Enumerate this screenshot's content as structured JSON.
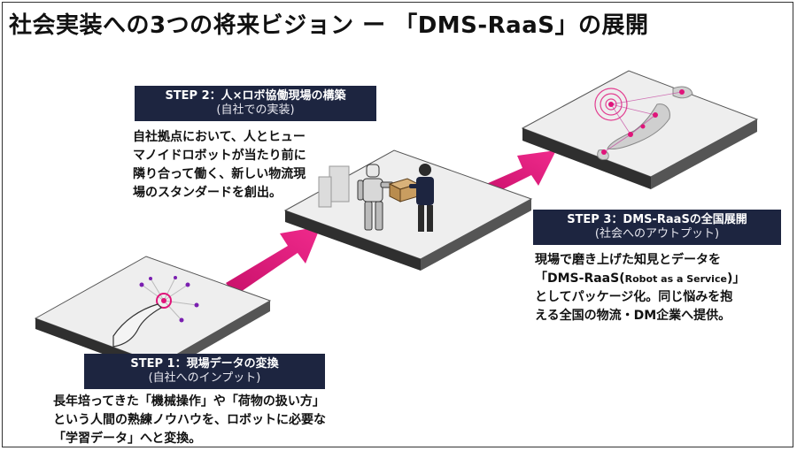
{
  "title": "社会実装への3つの将来ビジョン ー 「DMS-RaaS」の展開",
  "colors": {
    "label_bg": "#1d2540",
    "arrow": "#e0147a",
    "platform_top": "#ececec",
    "platform_side": "#3a3a3a"
  },
  "steps": [
    {
      "label": "STEP 1：現場データの変換",
      "sub": "(自社へのインプット)",
      "desc": [
        "長年培ってきた「機械操作」や「荷物の扱い方」",
        "という人間の熟練ノウハウを、ロボットに必要な",
        "「学習データ」へと変換。"
      ]
    },
    {
      "label": "STEP 2：人×ロボ協働現場の構築",
      "sub": "(自社での実装)",
      "desc": [
        "自社拠点において、人とヒュー",
        "マノイドロボットが当たり前に",
        "隣り合って働く、新しい物流現",
        "場のスタンダードを創出。"
      ]
    },
    {
      "label": "STEP 3：DMS-RaaSの全国展開",
      "sub": "(社会へのアウトプット)",
      "desc_line1": "現場で磨き上げた知見とデータを",
      "desc_line2_main": "「DMS-RaaS(",
      "desc_line2_small": "Robot as a Service",
      "desc_line2_end": ")」",
      "desc_line3": "としてパッケージ化。同じ悩みを抱",
      "desc_line4": "える全国の物流・DM企業へ提供。"
    }
  ]
}
